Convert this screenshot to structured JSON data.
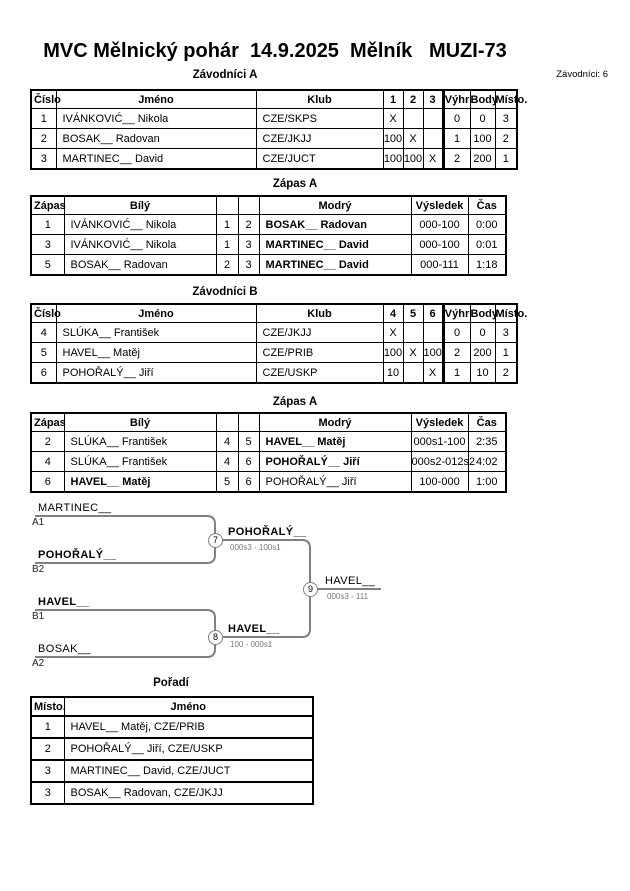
{
  "page": {
    "title": "MVC Mělnický pohár  14.9.2025  Mělník   MUZI-73",
    "competitors_note": "Závodníci: 6"
  },
  "colors": {
    "text": "#000000",
    "table_border": "#000000",
    "bracket_line": "#808080",
    "bracket_score": "#777777"
  },
  "zavodnici_a": {
    "title": "Závodníci A",
    "headers": {
      "cislo": "Číslo",
      "jmeno": "Jméno",
      "klub": "Klub",
      "c1": "1",
      "c2": "2",
      "c3": "3",
      "vyhr": "Výhr",
      "body": "Body",
      "misto": "Místo."
    },
    "rows": [
      {
        "c": "1",
        "name": "IVÁNKOVIĆ__ Nikola",
        "klub": "CZE/SKPS",
        "r1": "X",
        "r2": "",
        "r3": "",
        "vyhr": "0",
        "body": "0",
        "misto": "3"
      },
      {
        "c": "2",
        "name": "BOSAK__ Radovan",
        "klub": "CZE/JKJJ",
        "r1": "100",
        "r2": "X",
        "r3": "",
        "vyhr": "1",
        "body": "100",
        "misto": "2"
      },
      {
        "c": "3",
        "name": "MARTINEC__ David",
        "klub": "CZE/JUCT",
        "r1": "100",
        "r2": "100",
        "r3": "X",
        "vyhr": "2",
        "body": "200",
        "misto": "1"
      }
    ]
  },
  "zapas_a1": {
    "title": "Zápas A",
    "headers": {
      "zapas": "Zápas",
      "bily": "Bílý",
      "n1": "",
      "n2": "",
      "modry": "Modrý",
      "vysledek": "Výsledek",
      "cas": "Čas"
    },
    "rows": [
      {
        "z": "1",
        "bily": "IVÁNKOVIĆ__ Nikola",
        "bb": false,
        "n1": "1",
        "n2": "2",
        "modry": "BOSAK__ Radovan",
        "mb": true,
        "vys": "000-100",
        "cas": "0:00"
      },
      {
        "z": "3",
        "bily": "IVÁNKOVIĆ__ Nikola",
        "bb": false,
        "n1": "1",
        "n2": "3",
        "modry": "MARTINEC__ David",
        "mb": true,
        "vys": "000-100",
        "cas": "0:01"
      },
      {
        "z": "5",
        "bily": "BOSAK__ Radovan",
        "bb": false,
        "n1": "2",
        "n2": "3",
        "modry": "MARTINEC__ David",
        "mb": true,
        "vys": "000-111",
        "cas": "1:18"
      }
    ]
  },
  "zavodnici_b": {
    "title": "Závodníci B",
    "headers": {
      "cislo": "Číslo",
      "jmeno": "Jméno",
      "klub": "Klub",
      "c1": "4",
      "c2": "5",
      "c3": "6",
      "vyhr": "Výhr",
      "body": "Body",
      "misto": "Místo."
    },
    "rows": [
      {
        "c": "4",
        "name": "SLÚKA__ František",
        "klub": "CZE/JKJJ",
        "r1": "X",
        "r2": "",
        "r3": "",
        "vyhr": "0",
        "body": "0",
        "misto": "3"
      },
      {
        "c": "5",
        "name": "HAVEL__ Matěj",
        "klub": "CZE/PRIB",
        "r1": "100",
        "r2": "X",
        "r3": "100",
        "vyhr": "2",
        "body": "200",
        "misto": "1"
      },
      {
        "c": "6",
        "name": "POHOŘALÝ__ Jiří",
        "klub": "CZE/USKP",
        "r1": "10",
        "r2": "",
        "r3": "X",
        "vyhr": "1",
        "body": "10",
        "misto": "2"
      }
    ]
  },
  "zapas_a2": {
    "title": "Zápas A",
    "headers": {
      "zapas": "Zápas",
      "bily": "Bílý",
      "n1": "",
      "n2": "",
      "modry": "Modrý",
      "vysledek": "Výsledek",
      "cas": "Čas"
    },
    "rows": [
      {
        "z": "2",
        "bily": "SLÚKA__ František",
        "bb": false,
        "n1": "4",
        "n2": "5",
        "modry": "HAVEL__ Matěj",
        "mb": true,
        "vys": "000s1-100",
        "cas": "2:35"
      },
      {
        "z": "4",
        "bily": "SLÚKA__ František",
        "bb": false,
        "n1": "4",
        "n2": "6",
        "modry": "POHOŘALÝ__ Jiří",
        "mb": true,
        "vys": "000s2-012s2",
        "cas": "4:02"
      },
      {
        "z": "6",
        "bily": "HAVEL__ Matěj",
        "bb": true,
        "n1": "5",
        "n2": "6",
        "modry": "POHOŘALÝ__ Jiří",
        "mb": false,
        "vys": "100-000",
        "cas": "1:00"
      }
    ]
  },
  "bracket": {
    "entries": [
      {
        "name": "MARTINEC__",
        "seed": "A1",
        "bold": false
      },
      {
        "name": "POHOŘALÝ__",
        "seed": "B2",
        "bold": true
      },
      {
        "name": "HAVEL__",
        "seed": "B1",
        "bold": true
      },
      {
        "name": "BOSAK__",
        "seed": "A2",
        "bold": false
      }
    ],
    "matches": [
      {
        "number": "7",
        "winner": "POHOŘALÝ__",
        "score": "000s3 - 100s1",
        "bold": true
      },
      {
        "number": "8",
        "winner": "HAVEL__",
        "score": "100 - 000s1",
        "bold": true
      },
      {
        "number": "9",
        "winner": "HAVEL__",
        "score": "000s3 - 111",
        "bold": false
      }
    ]
  },
  "poradi": {
    "title": "Pořadí",
    "headers": {
      "misto": "Místo.",
      "jmeno": "Jméno"
    },
    "rows": [
      {
        "m": "1",
        "j": "HAVEL__ Matěj, CZE/PRIB"
      },
      {
        "m": "2",
        "j": "POHOŘALÝ__ Jiří, CZE/USKP"
      },
      {
        "m": "3",
        "j": "MARTINEC__ David, CZE/JUCT"
      },
      {
        "m": "3",
        "j": "BOSAK__ Radovan, CZE/JKJJ"
      }
    ]
  }
}
